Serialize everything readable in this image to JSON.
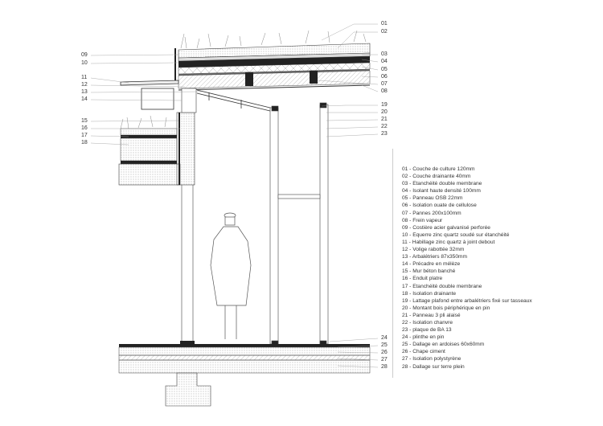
{
  "callouts_left": [
    "09",
    "10",
    "11",
    "12",
    "13",
    "14",
    "15",
    "16",
    "17",
    "18"
  ],
  "callouts_right_roof": [
    "01",
    "02",
    "03",
    "04",
    "05",
    "06",
    "07",
    "08"
  ],
  "callouts_right_wall": [
    "19",
    "20",
    "21",
    "22",
    "23"
  ],
  "callouts_right_floor": [
    "24",
    "25",
    "26",
    "27",
    "28"
  ],
  "legend": [
    "01 - Couche de culture 120mm",
    "02 - Couche drainante 40mm",
    "03 - Etanchéité double membrane",
    "04 - Isolant haute densité 100mm",
    "05 - Panneau OSB 22mm",
    "06 - Isolation ouate de cellulose",
    "07 - Pannes 200x100mm",
    "08 - Frein vapeur",
    "09 - Costière acier galvanisé perforée",
    "10 - Equerre zinc quartz soudé sur étanchéité",
    "11 - Habillage zinc quartz à joint debout",
    "12 - Volige rabottée 32mm",
    "13 - Arbalétriers 87x350mm",
    "14 - Précadre en mélèze",
    "15 - Mur béton banché",
    "16 - Enduit platre",
    "17 - Etanchéité double membrane",
    "18 - Isolation drainante",
    "19 - Lattage plafond entre arbalétriers fixé sur tasseaux",
    "20 - Montant bois périphérique en pin",
    "21 - Panneau 3 pli alaisé",
    "22 - Isolation chanvre",
    "23 - plaque de BA 13",
    "24 - plinthe en pin",
    "25 - Dallage en ardoises 60x60mm",
    "26 - Chape ciment",
    "27 - Isolation polystyrène",
    "28 - Dallage sur terre plein"
  ]
}
